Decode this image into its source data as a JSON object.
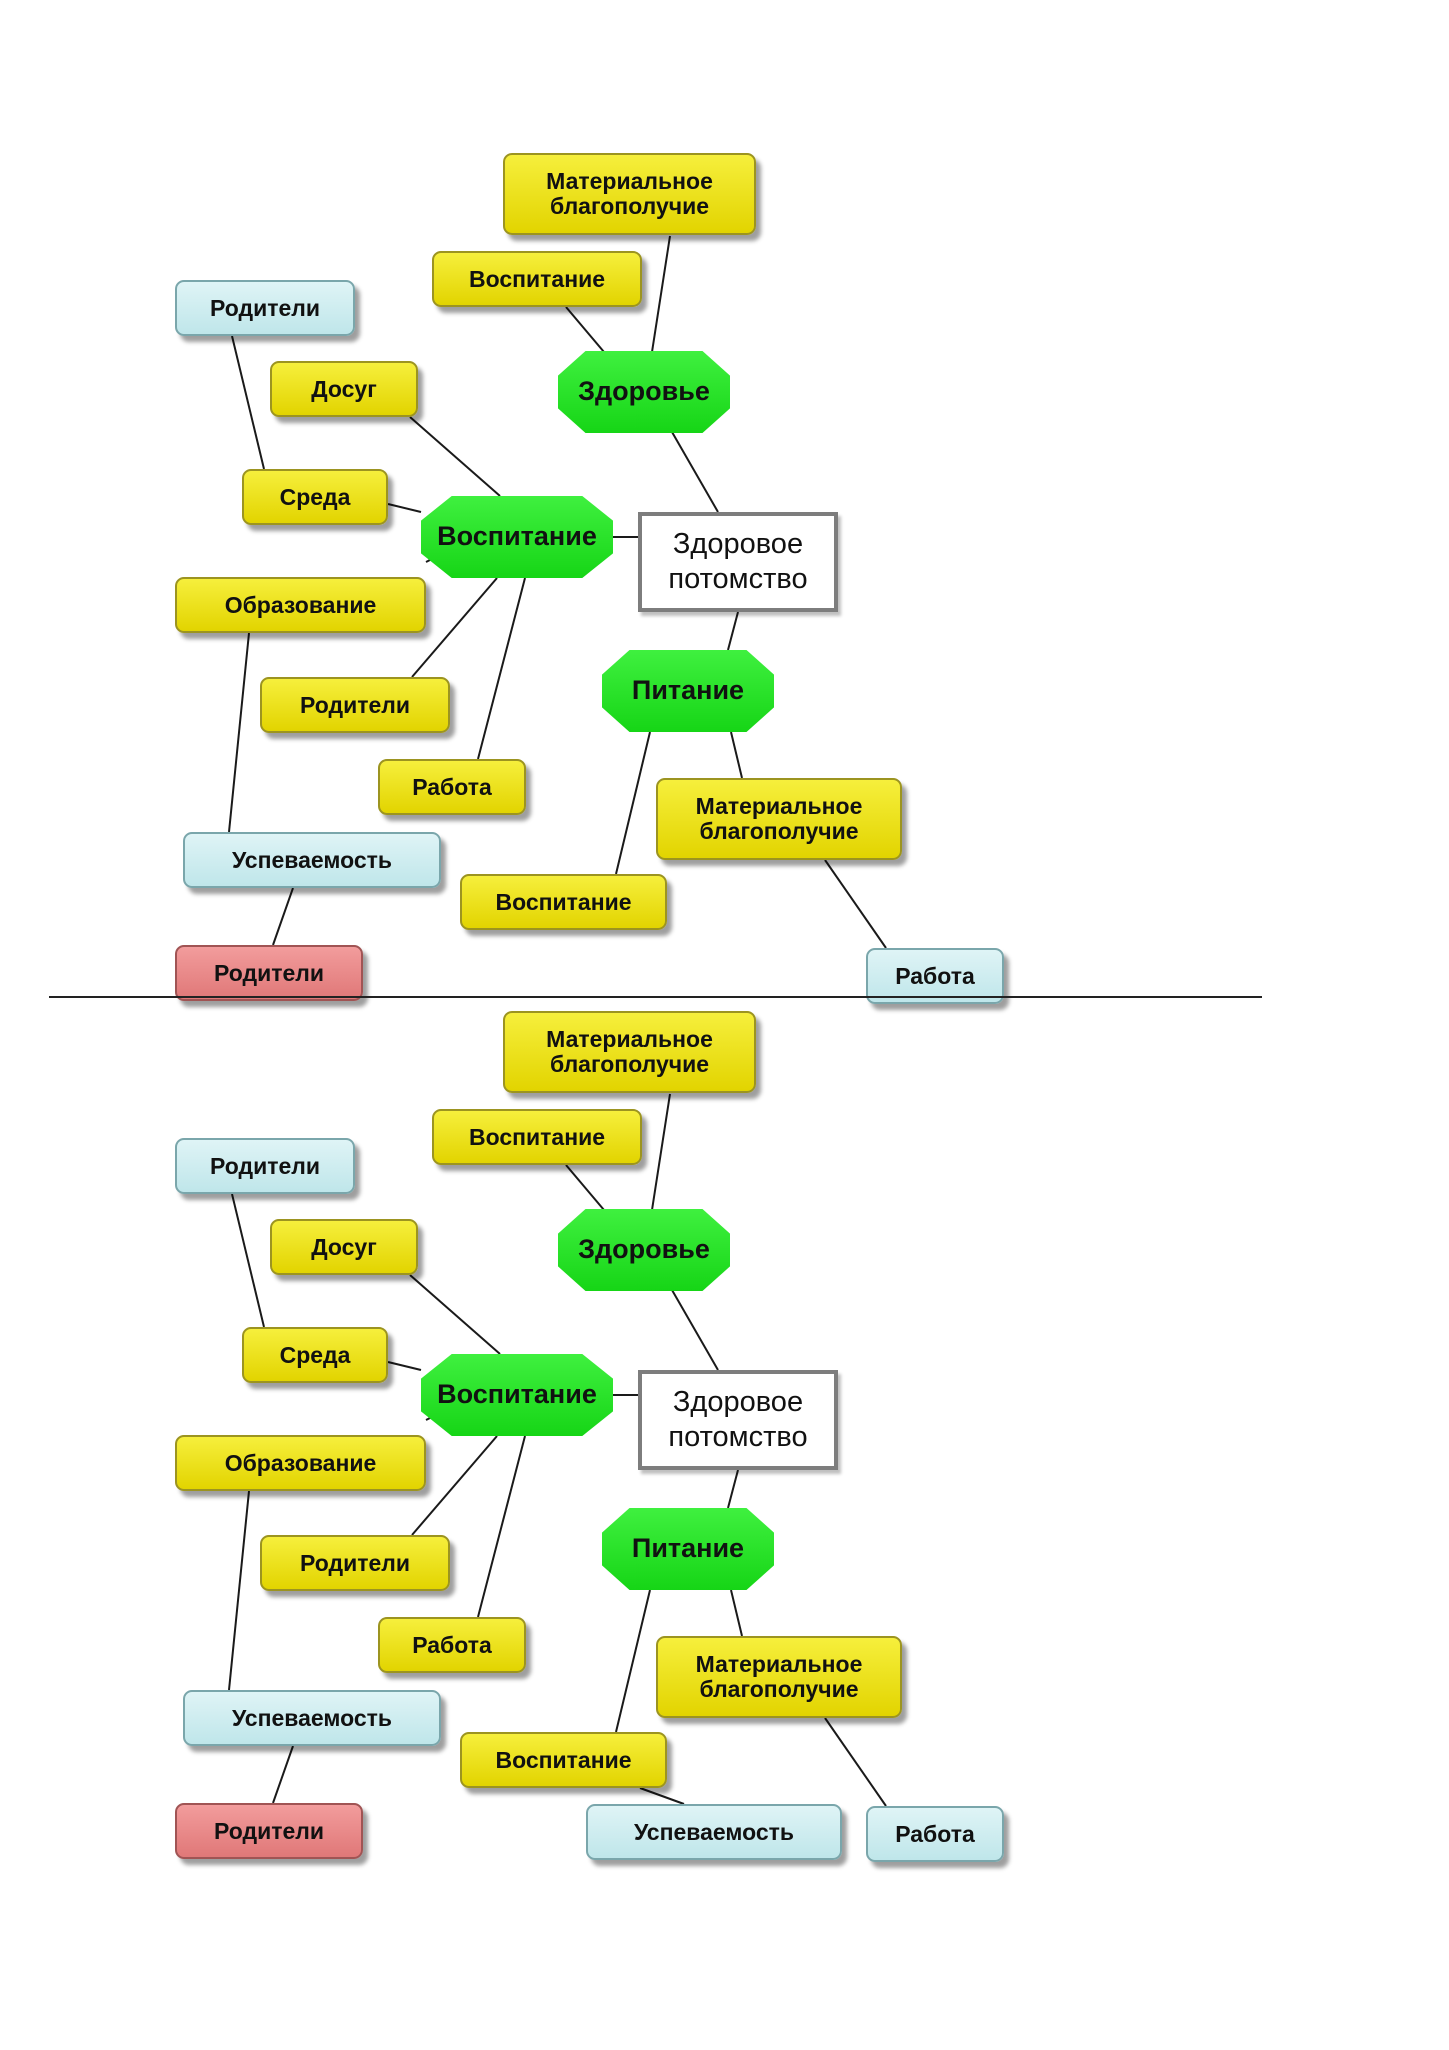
{
  "diagrams": [
    {
      "center": {
        "label": "Здоровое потомство"
      },
      "hubs": [
        {
          "id": "health",
          "label": "Здоровье"
        },
        {
          "id": "upbringing",
          "label": "Воспитание"
        },
        {
          "id": "nutrition",
          "label": "Питание"
        }
      ],
      "factors": [
        {
          "id": "wealth1",
          "label": "Материальное благополучие",
          "color": "yellow"
        },
        {
          "id": "vosp1",
          "label": "Воспитание",
          "color": "yellow"
        },
        {
          "id": "parents1",
          "label": "Родители",
          "color": "cyan"
        },
        {
          "id": "leisure",
          "label": "Досуг",
          "color": "yellow"
        },
        {
          "id": "env",
          "label": "Среда",
          "color": "yellow"
        },
        {
          "id": "edu",
          "label": "Образование",
          "color": "yellow"
        },
        {
          "id": "parents2",
          "label": "Родители",
          "color": "yellow"
        },
        {
          "id": "work1",
          "label": "Работа",
          "color": "yellow"
        },
        {
          "id": "progress1",
          "label": "Успеваемость",
          "color": "cyan"
        },
        {
          "id": "parents3",
          "label": "Родители",
          "color": "red"
        },
        {
          "id": "wealth2",
          "label": "Материальное благополучие",
          "color": "yellow"
        },
        {
          "id": "vosp2",
          "label": "Воспитание",
          "color": "yellow"
        },
        {
          "id": "work2",
          "label": "Работа",
          "color": "cyan"
        }
      ]
    },
    {
      "center": {
        "label": "Здоровое потомство"
      },
      "hubs": [
        {
          "id": "health",
          "label": "Здоровье"
        },
        {
          "id": "upbringing",
          "label": "Воспитание"
        },
        {
          "id": "nutrition",
          "label": "Питание"
        }
      ],
      "factors": [
        {
          "id": "wealth1",
          "label": "Материальное благополучие",
          "color": "yellow"
        },
        {
          "id": "vosp1",
          "label": "Воспитание",
          "color": "yellow"
        },
        {
          "id": "parents1",
          "label": "Родители",
          "color": "cyan"
        },
        {
          "id": "leisure",
          "label": "Досуг",
          "color": "yellow"
        },
        {
          "id": "env",
          "label": "Среда",
          "color": "yellow"
        },
        {
          "id": "edu",
          "label": "Образование",
          "color": "yellow"
        },
        {
          "id": "parents2",
          "label": "Родители",
          "color": "yellow"
        },
        {
          "id": "work1",
          "label": "Работа",
          "color": "yellow"
        },
        {
          "id": "progress1",
          "label": "Успеваемость",
          "color": "cyan"
        },
        {
          "id": "parents3",
          "label": "Родители",
          "color": "red"
        },
        {
          "id": "wealth2",
          "label": "Материальное благополучие",
          "color": "yellow"
        },
        {
          "id": "vosp2",
          "label": "Воспитание",
          "color": "yellow"
        },
        {
          "id": "progress2",
          "label": "Успеваемость",
          "color": "cyan"
        },
        {
          "id": "work2",
          "label": "Работа",
          "color": "cyan"
        }
      ]
    }
  ],
  "colors": {
    "yellow": "#ece215",
    "cyan": "#cdedf0",
    "red": "#ea8a8a",
    "green": "#22dd22",
    "center_border": "#7d7d7d"
  }
}
